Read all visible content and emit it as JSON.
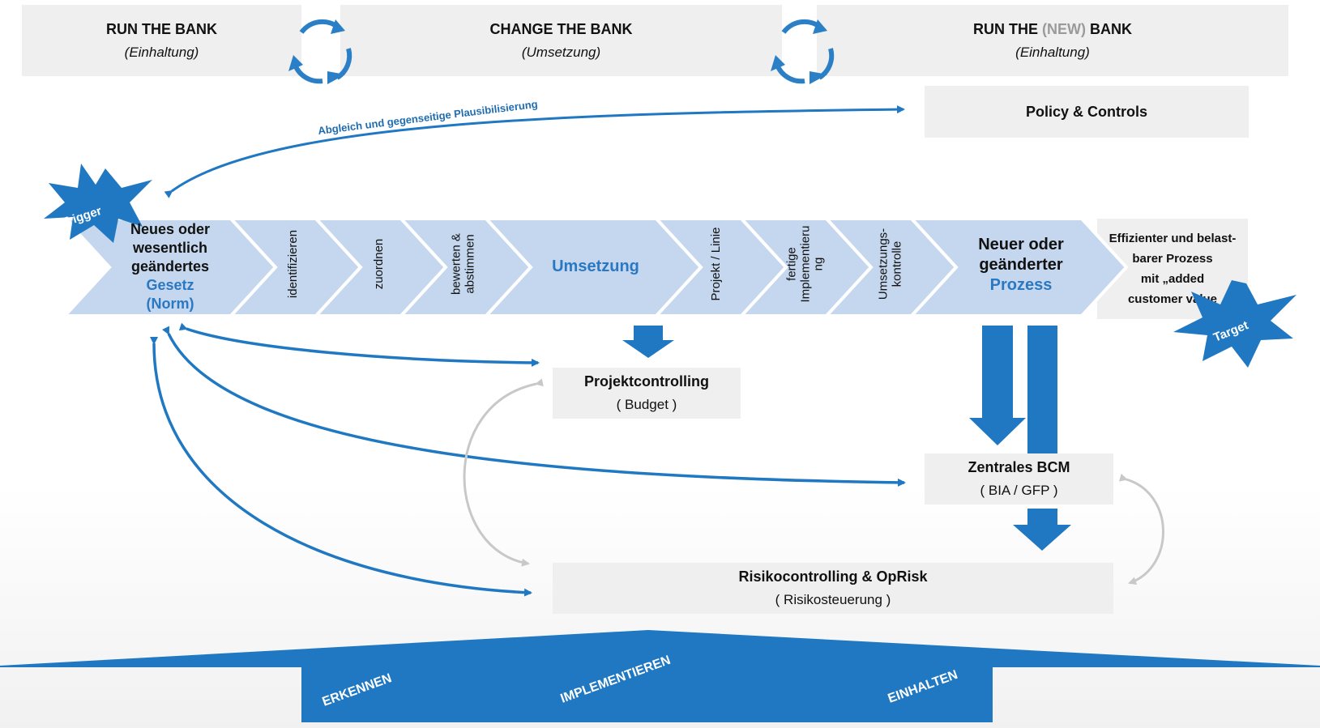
{
  "header": {
    "left": {
      "title": "RUN THE BANK",
      "subtitle": "(Einhaltung)"
    },
    "middle": {
      "title": "CHANGE THE BANK",
      "subtitle": "(Umsetzung)"
    },
    "right": {
      "title_pre": "RUN THE ",
      "title_gray": "(NEW)",
      "title_post": " BANK",
      "subtitle": "(Einhaltung)"
    }
  },
  "policy": {
    "label": "Policy & Controls"
  },
  "plausi_label": "Abgleich und gegenseitige Plausibilisierung",
  "trigger": "Trigger",
  "target": "Target",
  "chevrons": {
    "law_line1": "Neues oder",
    "law_line2": "wesentlich",
    "law_line3": "geändertes",
    "law_line4": "Gesetz",
    "law_line5": "(Norm)",
    "identify": "identifizieren",
    "assign": "zuordnen",
    "evaluate_l1": "bewerten &",
    "evaluate_l2": "abstimmen",
    "implementation": "Umsetzung",
    "project_line": "Projekt / Linie",
    "finished_l1": "fertige",
    "finished_l2": "Implementieru",
    "finished_l3": "ng",
    "control_l1": "Umsetzungs-",
    "control_l2": "kontrolle",
    "process_l1": "Neuer oder",
    "process_l2": "geänderter",
    "process_l3": "Prozess"
  },
  "efficient": {
    "l1": "Effizienter und belast-",
    "l2": "barer Prozess",
    "l3": "mit „added",
    "l4": "customer value"
  },
  "projektcontrolling": {
    "title": "Projektcontrolling",
    "sub": "( Budget )"
  },
  "bcm": {
    "title": "Zentrales BCM",
    "sub": "( BIA / GFP )"
  },
  "risk": {
    "title": "Risikocontrolling  &  OpRisk",
    "sub": "( Risikosteuerung )"
  },
  "base": {
    "left": "ERKENNEN",
    "middle": "IMPLEMENTIEREN",
    "right": "EINHALTEN"
  },
  "colors": {
    "accent": "#1f78c1",
    "chevron": "#c5d7ee",
    "box": "#efefef",
    "arrow_gray": "#c8c8c8"
  }
}
